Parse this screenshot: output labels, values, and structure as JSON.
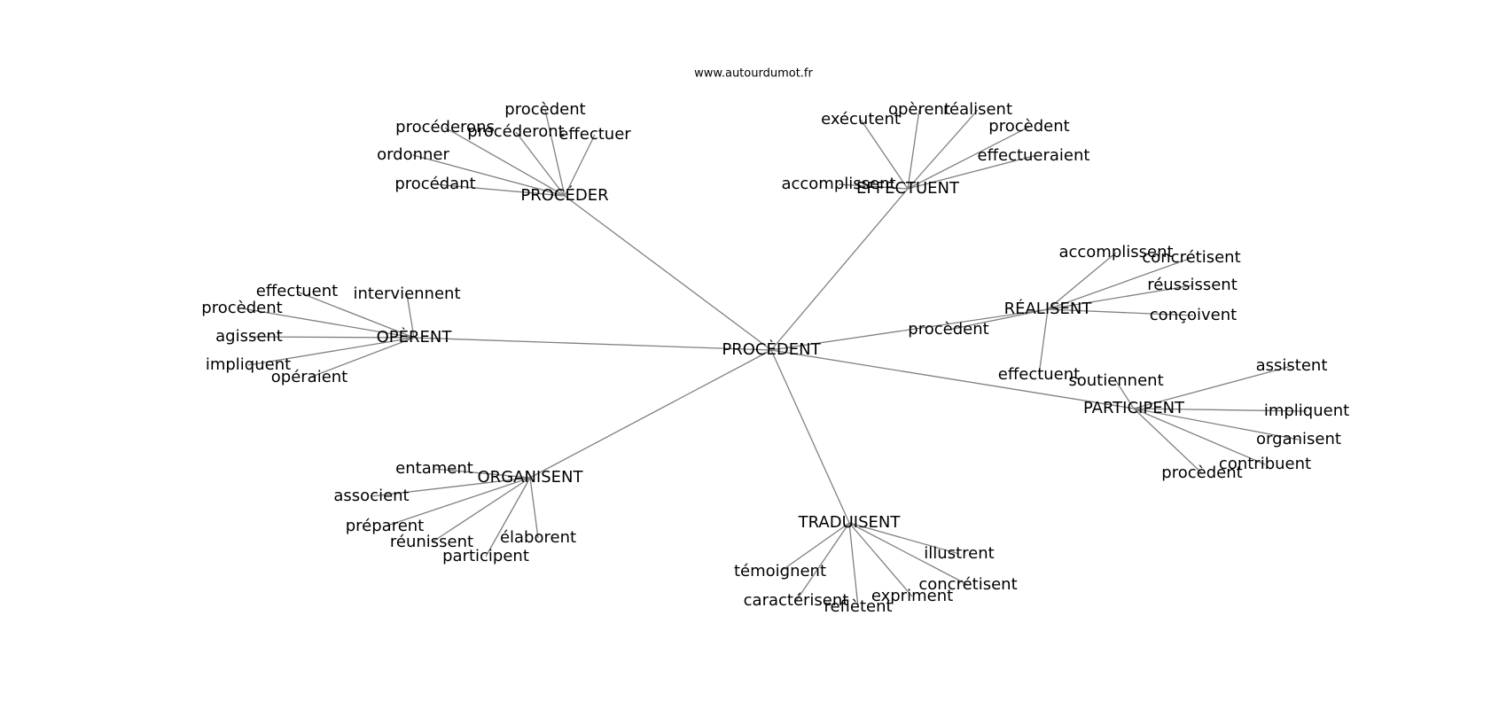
{
  "source": "www.autourdumot.fr",
  "colors": {
    "edge": "#808080",
    "text": "#000000",
    "background": "#ffffff"
  },
  "center": "PROCÈDENT",
  "hubs": [
    {
      "key": "proceder",
      "label": "PROCÉDER",
      "leaves": [
        "procèdent",
        "procéderons",
        "procéderont",
        "effectuer",
        "ordonner",
        "procédant"
      ]
    },
    {
      "key": "effectuent",
      "label": "EFFECTUENT",
      "leaves": [
        "exécutent",
        "opèrent",
        "réalisent",
        "procèdent",
        "effectueraient",
        "accomplissent"
      ]
    },
    {
      "key": "realisent",
      "label": "RÉALISENT",
      "leaves": [
        "accomplissent",
        "concrétisent",
        "réussissent",
        "conçoivent",
        "procèdent",
        "effectuent"
      ]
    },
    {
      "key": "participent",
      "label": "PARTICIPENT",
      "leaves": [
        "assistent",
        "soutiennent",
        "impliquent",
        "organisent",
        "contribuent",
        "procèdent"
      ]
    },
    {
      "key": "traduisent",
      "label": "TRADUISENT",
      "leaves": [
        "illustrent",
        "témoignent",
        "concrétisent",
        "expriment",
        "caractérisent",
        "reflètent"
      ]
    },
    {
      "key": "organisent",
      "label": "ORGANISENT",
      "leaves": [
        "entament",
        "associent",
        "préparent",
        "élaborent",
        "réunissent",
        "participent"
      ]
    },
    {
      "key": "operent",
      "label": "OPÈRENT",
      "leaves": [
        "effectuent",
        "interviennent",
        "procèdent",
        "agissent",
        "impliquent",
        "opéraient"
      ]
    }
  ]
}
